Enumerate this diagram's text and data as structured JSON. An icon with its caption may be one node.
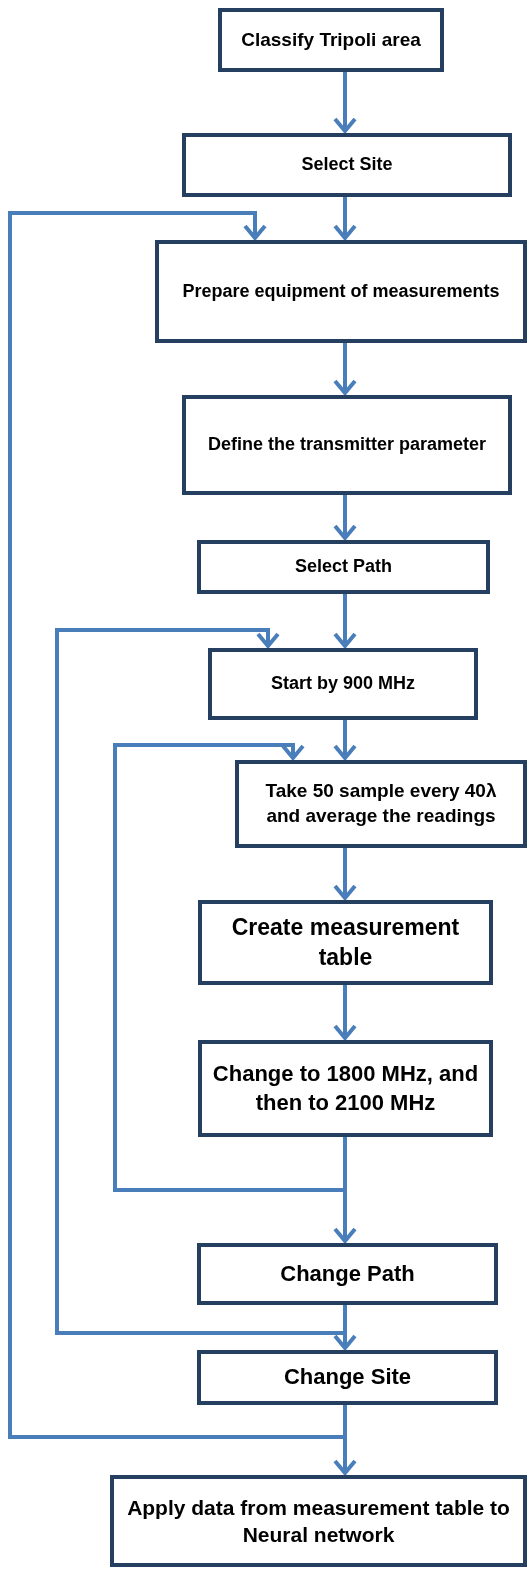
{
  "diagram": {
    "nodes": [
      {
        "text": [
          "Classify Tripoli area"
        ]
      },
      {
        "text": [
          "Select Site"
        ]
      },
      {
        "text": [
          "Prepare equipment of measurements"
        ]
      },
      {
        "text": [
          "Define the transmitter parameter"
        ]
      },
      {
        "text": [
          "Select Path"
        ]
      },
      {
        "text": [
          "Start by 900 MHz"
        ]
      },
      {
        "text": [
          "Take 50 sample every 40λ and average the readings"
        ]
      },
      {
        "text": [
          "Create measurement table"
        ]
      },
      {
        "text": [
          "Change to 1800 MHz, and then to 2100 MHz"
        ]
      },
      {
        "text": [
          "Change Path"
        ]
      },
      {
        "text": [
          "Change Site"
        ]
      },
      {
        "text": [
          "Apply data from measurement table to Neural network"
        ]
      }
    ],
    "edges": [
      {
        "from": 0,
        "to": 1,
        "arrow": "to"
      },
      {
        "from": 1,
        "to": 2,
        "arrow": "to"
      },
      {
        "from": 2,
        "to": 3,
        "arrow": "to"
      },
      {
        "from": 3,
        "to": 4,
        "arrow": "to"
      },
      {
        "from": 4,
        "to": 5,
        "arrow": "to"
      },
      {
        "from": 5,
        "to": 6,
        "arrow": "to"
      },
      {
        "from": 6,
        "to": 7,
        "arrow": "to"
      },
      {
        "from": 7,
        "to": 8,
        "arrow": "to"
      },
      {
        "from": 8,
        "to": 9,
        "arrow": "to"
      },
      {
        "from": 8,
        "to": 6,
        "arrow": "to"
      },
      {
        "from": 9,
        "to": 10,
        "arrow": "to"
      },
      {
        "from": 9,
        "to": 5,
        "arrow": "to"
      },
      {
        "from": 10,
        "to": 11,
        "arrow": "to"
      },
      {
        "from": 10,
        "to": 2,
        "arrow": "to"
      }
    ]
  }
}
